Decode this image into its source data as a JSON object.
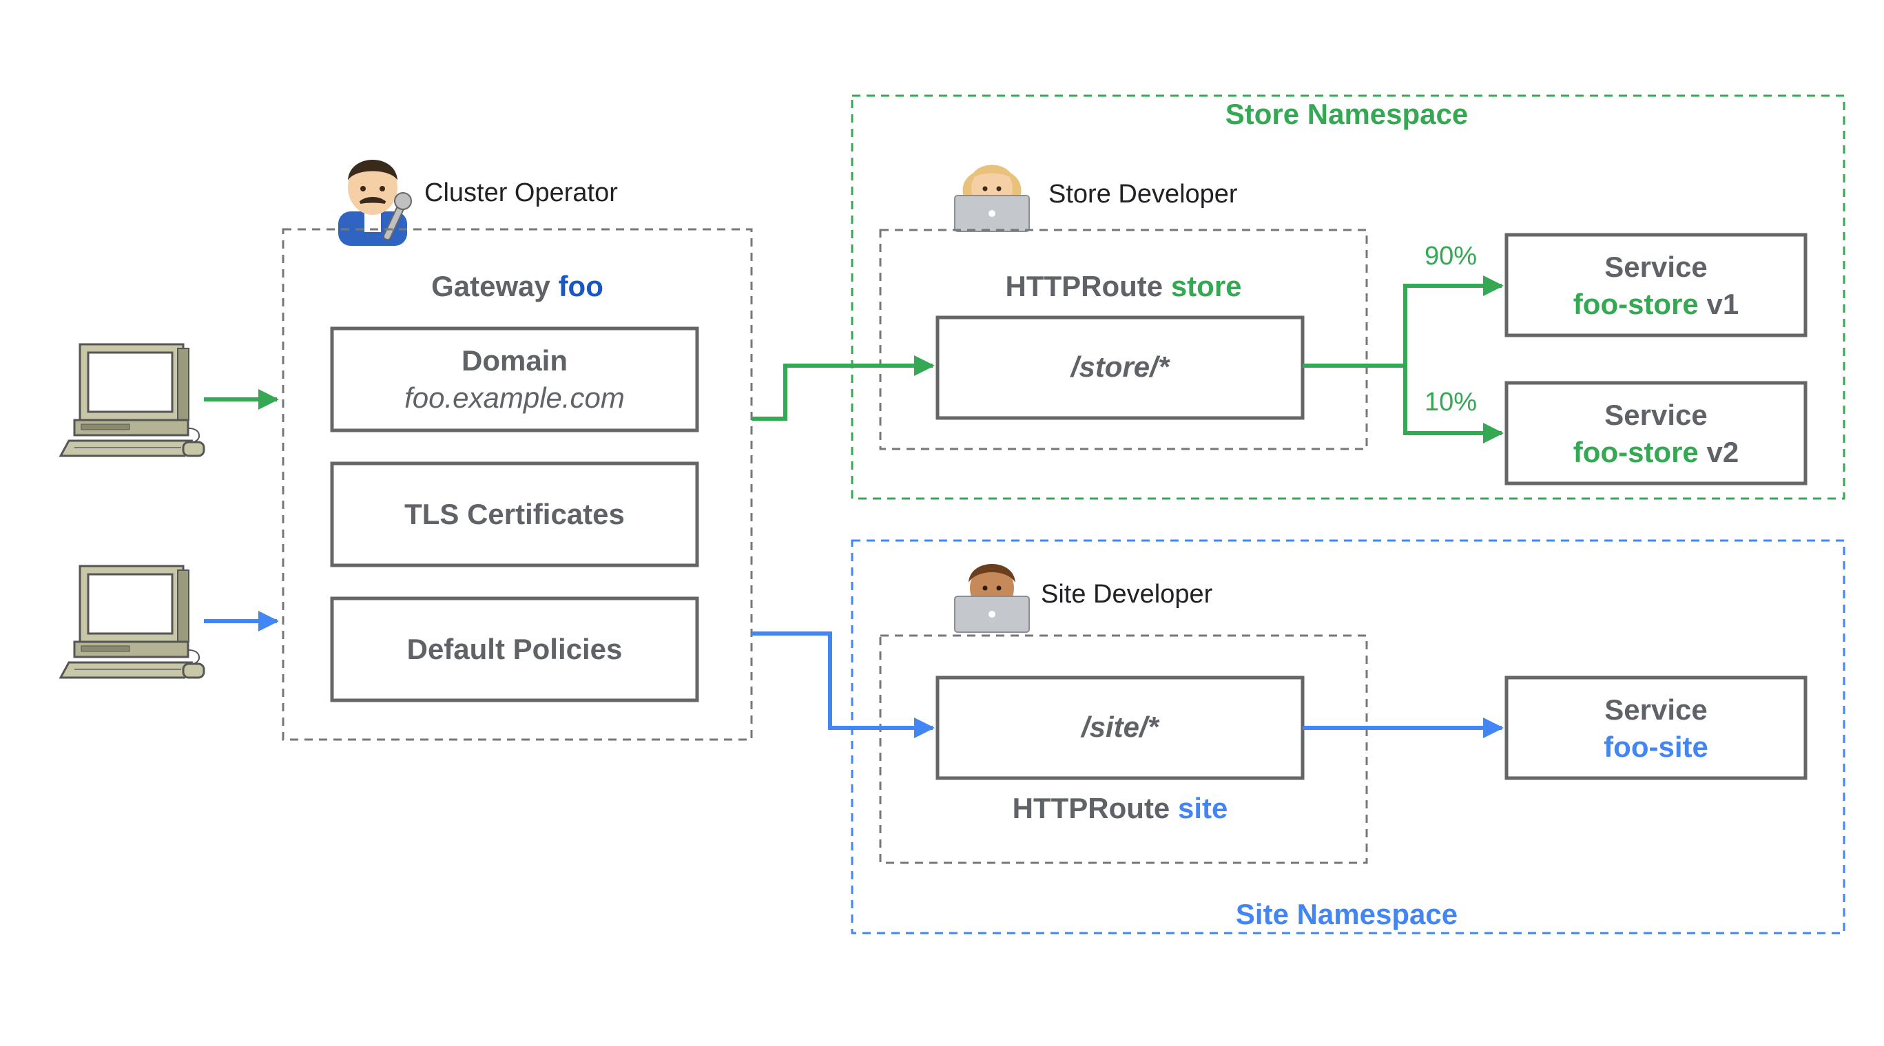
{
  "colors": {
    "green": "#34a853",
    "blue": "#4285f4",
    "dark_blue": "#1a56c4",
    "gray_text": "#5f6368",
    "box_stroke": "#666666",
    "dash_stroke": "#777777"
  },
  "icons": {
    "clients": [
      "desktop-computer-icon",
      "desktop-computer-icon"
    ],
    "cluster_operator": "mechanic-person-icon",
    "store_developer": "developer-with-laptop-icon",
    "site_developer": "developer-with-laptop-icon"
  },
  "gateway": {
    "title_prefix": "Gateway",
    "title_name": "foo",
    "role_label": "Cluster Operator",
    "domain_label": "Domain",
    "domain_value": "foo.example.com",
    "tls_label": "TLS Certificates",
    "policies_label": "Default Policies"
  },
  "store": {
    "namespace_label": "Store Namespace",
    "role_label": "Store Developer",
    "route_prefix": "HTTPRoute",
    "route_name": "store",
    "path": "/store/*",
    "split_v1": "90%",
    "split_v2": "10%",
    "service_v1": {
      "label": "Service",
      "name": "foo-store",
      "version": "v1"
    },
    "service_v2": {
      "label": "Service",
      "name": "foo-store",
      "version": "v2"
    }
  },
  "site": {
    "namespace_label": "Site Namespace",
    "role_label": "Site Developer",
    "route_prefix": "HTTPRoute",
    "route_name": "site",
    "path": "/site/*",
    "service": {
      "label": "Service",
      "name": "foo-site"
    }
  }
}
